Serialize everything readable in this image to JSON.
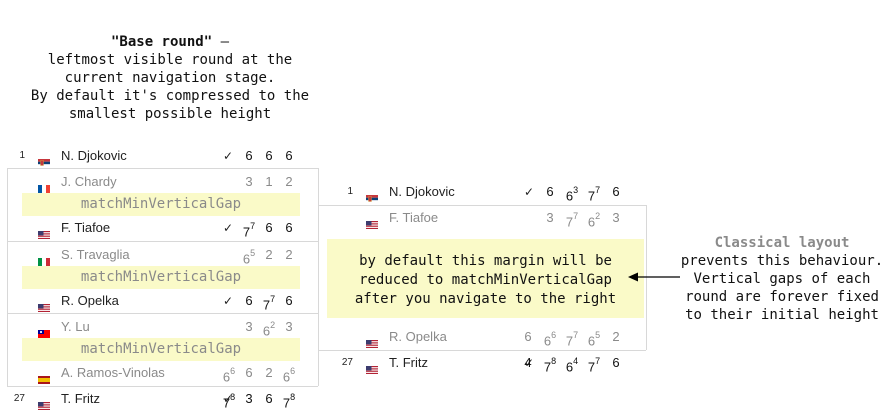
{
  "caption_left": {
    "title": "\"Base round\"",
    "dash": " –",
    "lines": [
      "leftmost visible round at the",
      "current navigation stage.",
      "By default it's compressed to the",
      "smallest possible height"
    ]
  },
  "round1": [
    {
      "seed": "1",
      "flag": "rs",
      "name": "N. Djokovic",
      "won": true,
      "scores": [
        {
          "v": "6"
        },
        {
          "v": "6"
        },
        {
          "v": "6"
        }
      ]
    },
    {
      "seed": "",
      "flag": "fr",
      "name": "J. Chardy",
      "won": false,
      "scores": [
        {
          "v": "3"
        },
        {
          "v": "1"
        },
        {
          "v": "2"
        }
      ]
    },
    {
      "seed": "",
      "flag": "us",
      "name": "F. Tiafoe",
      "won": true,
      "scores": [
        {
          "v": "7",
          "s": "7"
        },
        {
          "v": "6"
        },
        {
          "v": "6"
        }
      ]
    },
    {
      "seed": "",
      "flag": "it",
      "name": "S. Travaglia",
      "won": false,
      "scores": [
        {
          "v": "6",
          "s": "5"
        },
        {
          "v": "2"
        },
        {
          "v": "2"
        }
      ]
    },
    {
      "seed": "",
      "flag": "us",
      "name": "R. Opelka",
      "won": true,
      "scores": [
        {
          "v": "6"
        },
        {
          "v": "7",
          "s": "7"
        },
        {
          "v": "6"
        }
      ]
    },
    {
      "seed": "",
      "flag": "tw",
      "name": "Y. Lu",
      "won": false,
      "scores": [
        {
          "v": "3"
        },
        {
          "v": "6",
          "s": "2"
        },
        {
          "v": "3"
        }
      ]
    },
    {
      "seed": "",
      "flag": "es",
      "name": "A. Ramos-Vinolas",
      "won": false,
      "scores": [
        {
          "v": "6",
          "s": "6"
        },
        {
          "v": "6"
        },
        {
          "v": "2"
        },
        {
          "v": "6",
          "s": "6"
        }
      ]
    },
    {
      "seed": "27",
      "flag": "us",
      "name": "T. Fritz",
      "won": true,
      "scores": [
        {
          "v": "7",
          "s": "8"
        },
        {
          "v": "3"
        },
        {
          "v": "6"
        },
        {
          "v": "7",
          "s": "8"
        }
      ]
    }
  ],
  "gap_label": "matchMinVerticalGap",
  "round2": [
    {
      "seed": "1",
      "flag": "rs",
      "name": "N. Djokovic",
      "won": true,
      "scores": [
        {
          "v": "6"
        },
        {
          "v": "6",
          "s": "3"
        },
        {
          "v": "7",
          "s": "7"
        },
        {
          "v": "6"
        }
      ]
    },
    {
      "seed": "",
      "flag": "us",
      "name": "F. Tiafoe",
      "won": false,
      "scores": [
        {
          "v": "3"
        },
        {
          "v": "7",
          "s": "7"
        },
        {
          "v": "6",
          "s": "2"
        },
        {
          "v": "3"
        }
      ]
    },
    {
      "seed": "",
      "flag": "us",
      "name": "R. Opelka",
      "won": false,
      "scores": [
        {
          "v": "6"
        },
        {
          "v": "6",
          "s": "6"
        },
        {
          "v": "7",
          "s": "7"
        },
        {
          "v": "6",
          "s": "5"
        },
        {
          "v": "2"
        }
      ]
    },
    {
      "seed": "27",
      "flag": "us",
      "name": "T. Fritz",
      "won": true,
      "scores": [
        {
          "v": "4"
        },
        {
          "v": "7",
          "s": "8"
        },
        {
          "v": "6",
          "s": "4"
        },
        {
          "v": "7",
          "s": "7"
        },
        {
          "v": "6"
        }
      ]
    }
  ],
  "note": [
    "by default this margin will be",
    "reduced to matchMinVerticalGap",
    "after you navigate to the right"
  ],
  "caption_right": {
    "title": "Classical layout",
    "lines": [
      "prevents this behaviour.",
      "Vertical gaps of each",
      "round are forever fixed",
      "to their initial height"
    ]
  },
  "check_symbol": "✓",
  "arrow": "←"
}
